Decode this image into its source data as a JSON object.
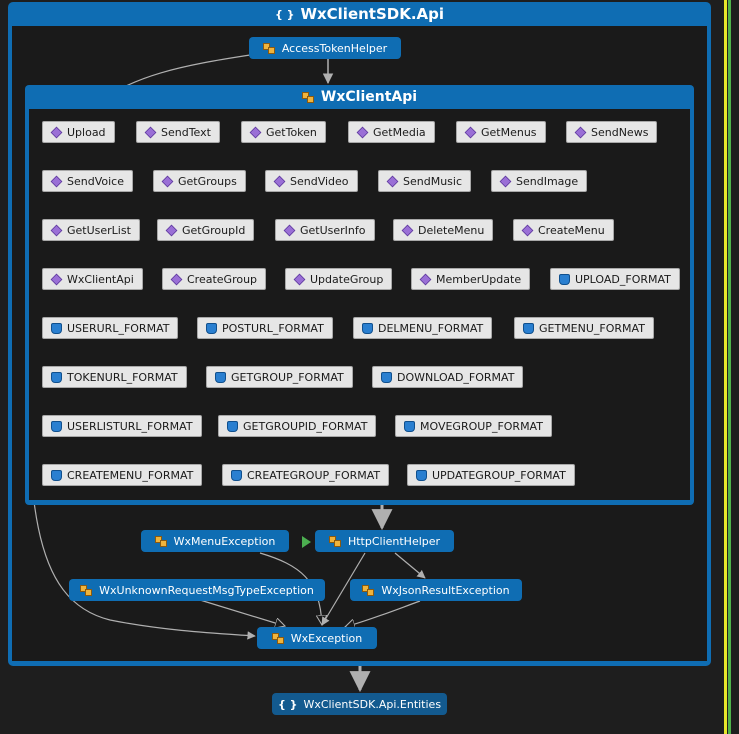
{
  "namespace": {
    "title": "WxClientSDK.Api",
    "icon": "namespace-icon"
  },
  "class_box": {
    "title": "WxClientApi",
    "icon": "class-icon"
  },
  "members": [
    {
      "label": "Upload",
      "kind": "method"
    },
    {
      "label": "SendText",
      "kind": "method"
    },
    {
      "label": "GetToken",
      "kind": "method"
    },
    {
      "label": "GetMedia",
      "kind": "method"
    },
    {
      "label": "GetMenus",
      "kind": "method"
    },
    {
      "label": "SendNews",
      "kind": "method"
    },
    {
      "label": "SendVoice",
      "kind": "method"
    },
    {
      "label": "GetGroups",
      "kind": "method"
    },
    {
      "label": "SendVideo",
      "kind": "method"
    },
    {
      "label": "SendMusic",
      "kind": "method"
    },
    {
      "label": "SendImage",
      "kind": "method"
    },
    {
      "label": "GetUserList",
      "kind": "method"
    },
    {
      "label": "GetGroupId",
      "kind": "method"
    },
    {
      "label": "GetUserInfo",
      "kind": "method"
    },
    {
      "label": "DeleteMenu",
      "kind": "method"
    },
    {
      "label": "CreateMenu",
      "kind": "method"
    },
    {
      "label": "WxClientApi",
      "kind": "method"
    },
    {
      "label": "CreateGroup",
      "kind": "method"
    },
    {
      "label": "UpdateGroup",
      "kind": "method"
    },
    {
      "label": "MemberUpdate",
      "kind": "method"
    },
    {
      "label": "UPLOAD_FORMAT",
      "kind": "field"
    },
    {
      "label": "USERURL_FORMAT",
      "kind": "field"
    },
    {
      "label": "POSTURL_FORMAT",
      "kind": "field"
    },
    {
      "label": "DELMENU_FORMAT",
      "kind": "field"
    },
    {
      "label": "GETMENU_FORMAT",
      "kind": "field"
    },
    {
      "label": "TOKENURL_FORMAT",
      "kind": "field"
    },
    {
      "label": "GETGROUP_FORMAT",
      "kind": "field"
    },
    {
      "label": "DOWNLOAD_FORMAT",
      "kind": "field"
    },
    {
      "label": "USERLISTURL_FORMAT",
      "kind": "field"
    },
    {
      "label": "GETGROUPID_FORMAT",
      "kind": "field"
    },
    {
      "label": "MOVEGROUP_FORMAT",
      "kind": "field"
    },
    {
      "label": "CREATEMENU_FORMAT",
      "kind": "field"
    },
    {
      "label": "CREATEGROUP_FORMAT",
      "kind": "field"
    },
    {
      "label": "UPDATEGROUP_FORMAT",
      "kind": "field"
    }
  ],
  "nodes": {
    "access_token_helper": "AccessTokenHelper",
    "wx_menu_exception": "WxMenuException",
    "http_client_helper": "HttpClientHelper",
    "wx_unknown_request": "WxUnknownRequestMsgTypeException",
    "wx_json_result": "WxJsonResultException",
    "wx_exception": "WxException",
    "entities_namespace": "WxClientSDK.Api.Entities"
  },
  "colors": {
    "container": "#0f6db3",
    "background": "#1a1a1a",
    "member_bg": "#e6e6e6",
    "edge": "#b0b0b0",
    "dependency_arrow": "#4caf50"
  }
}
